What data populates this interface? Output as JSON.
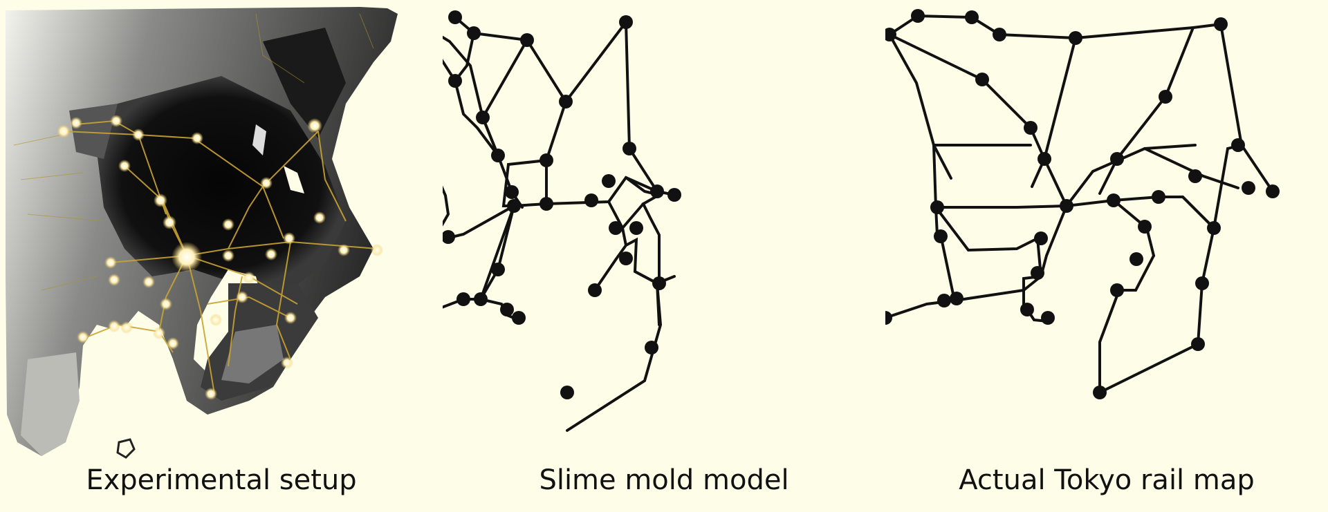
{
  "colors": {
    "background": "#fdfde8",
    "network": "#111111",
    "city_light": "#fff3c4",
    "rail_glow": "#c9a332"
  },
  "panels": [
    {
      "caption": "Experimental setup"
    },
    {
      "caption": "Slime mold model"
    },
    {
      "caption": "Actual Tokyo rail map"
    }
  ]
}
